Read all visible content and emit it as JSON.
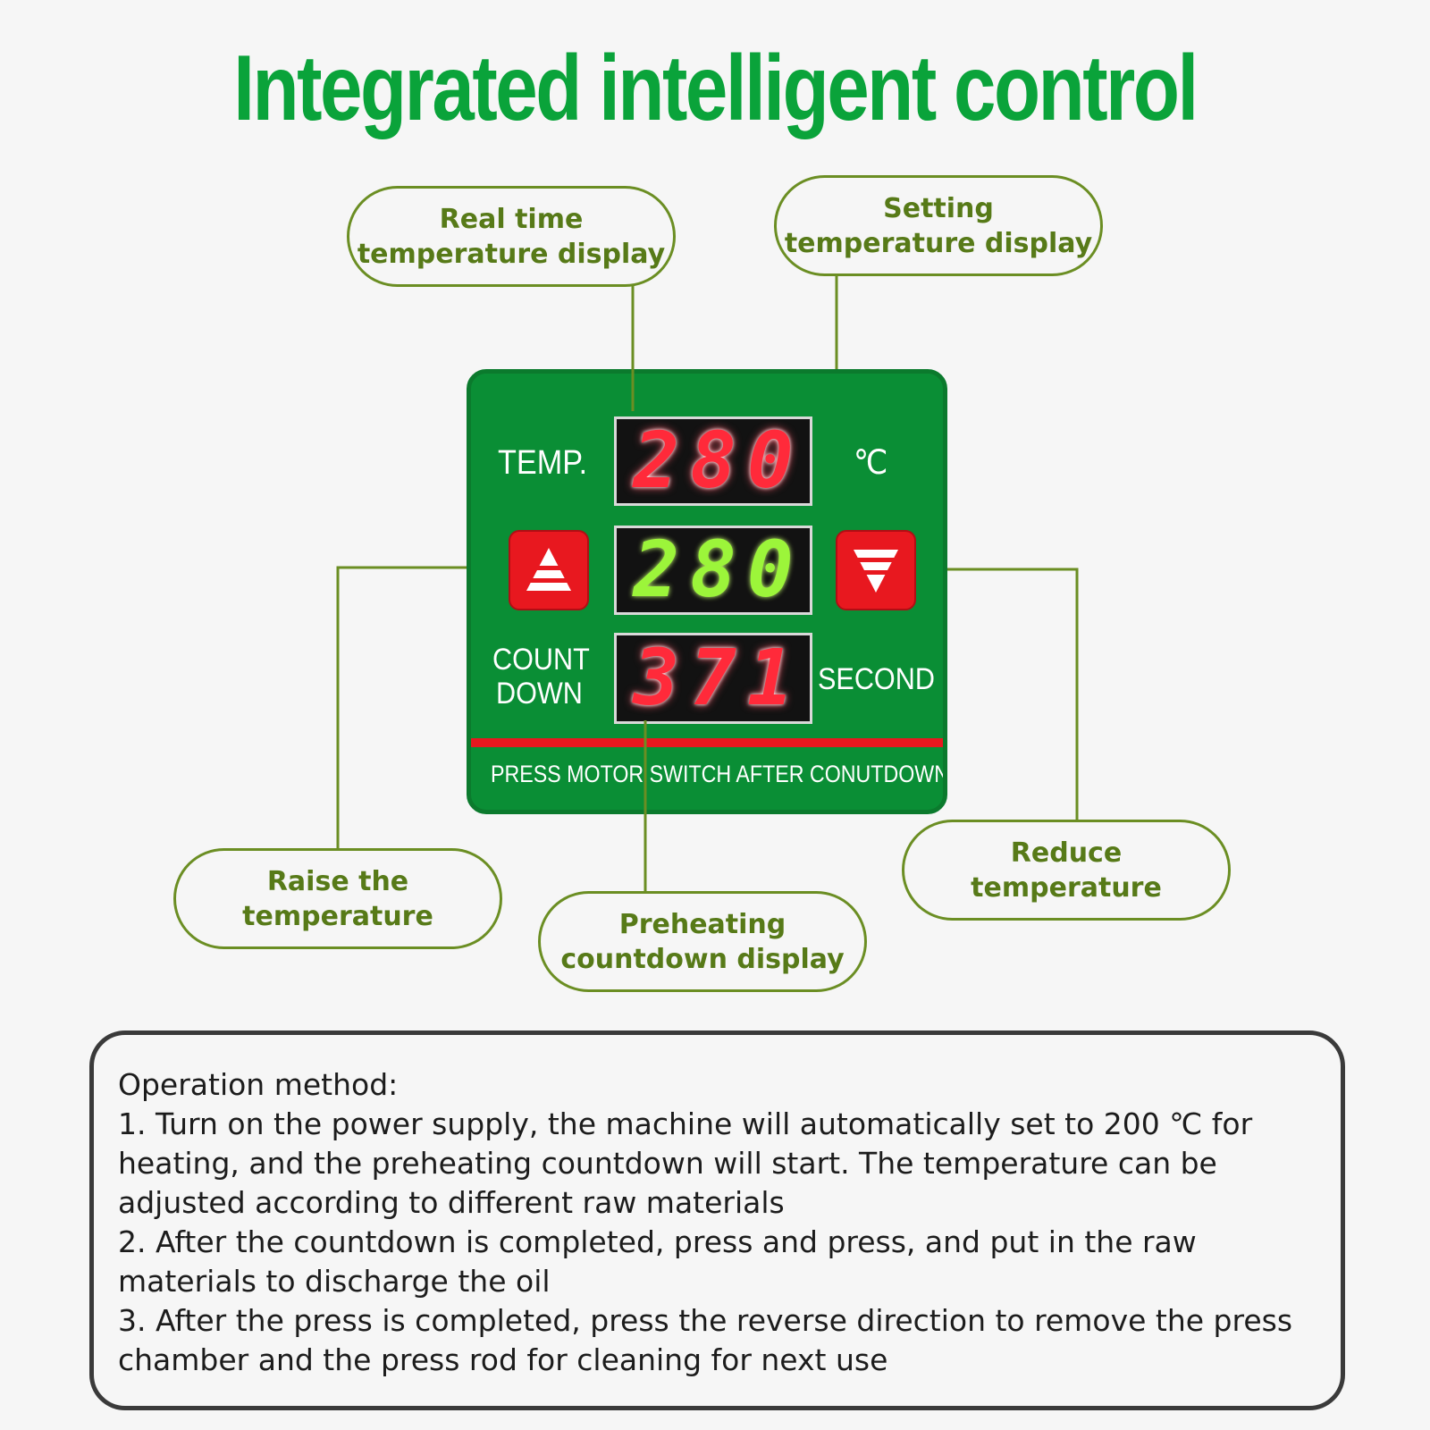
{
  "title": "Integrated intelligent control",
  "callouts": {
    "real_time": [
      "Real time",
      "temperature display"
    ],
    "setting": [
      "Setting",
      "temperature display"
    ],
    "raise": [
      "Raise the",
      "temperature"
    ],
    "preheating": [
      "Preheating",
      "countdown display"
    ],
    "reduce": [
      "Reduce",
      "temperature"
    ]
  },
  "panel": {
    "temp_label": "TEMP.",
    "unit": "℃",
    "real_temp_value": "280",
    "set_temp_value": "280",
    "countdown_value": "371",
    "count_label_line1": "COUNT",
    "count_label_line2": "DOWN",
    "second_label": "SECOND",
    "bottom_text": "PRESS MOTOR SWITCH AFTER CONUTDOWN"
  },
  "colors": {
    "title_green": "#0aa33a",
    "panel_green": "#0a8e35",
    "callout_olive": "#6b8e23",
    "button_red": "#e8181f",
    "digit_red": "#ff2a3a",
    "digit_green": "#9cf53a"
  },
  "operation": {
    "heading": "Operation method:",
    "lines": [
      "1. Turn on the power supply, the machine will automatically set to 200 ℃ for",
      "heating, and the preheating countdown will start. The temperature can be",
      "adjusted according to different raw materials",
      "2. After the countdown is completed, press and press, and put in the raw",
      "materials to discharge the oil",
      "3. After the press is completed, press the reverse direction to remove the press",
      "chamber and the press rod for cleaning for next use"
    ]
  }
}
